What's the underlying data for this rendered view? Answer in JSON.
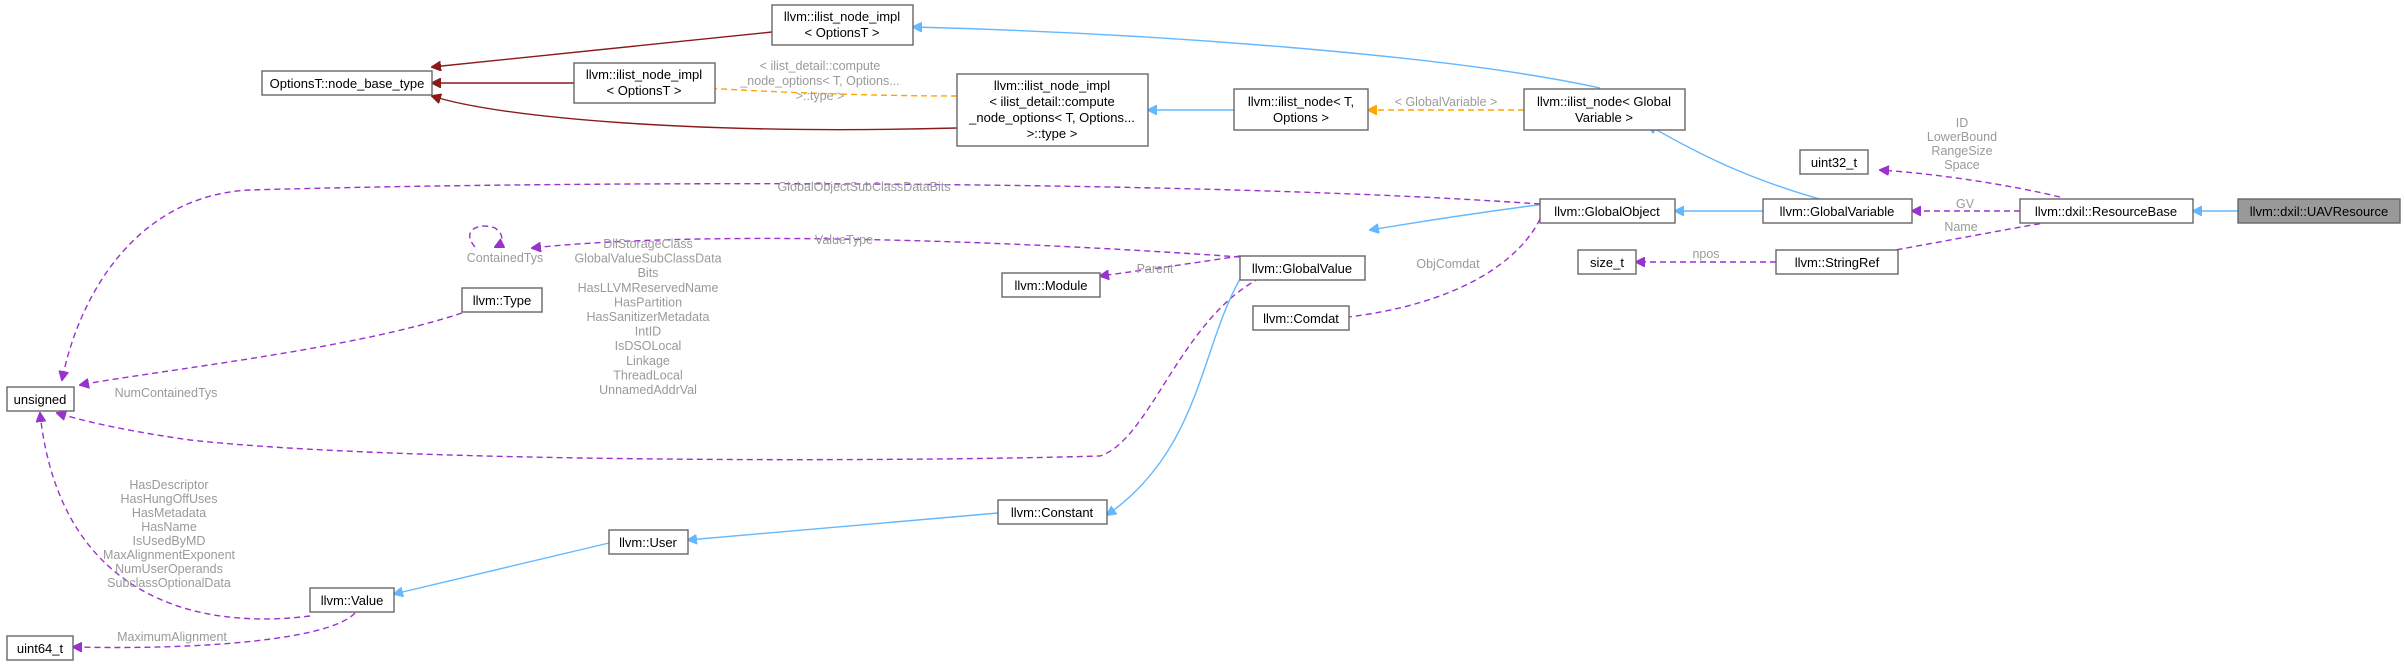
{
  "colors": {
    "inheritance": "#63b8ff",
    "private_inheritance": "#8b1a1a",
    "template": "#ffa500",
    "usage": "#9a32cd",
    "label": "#9a9a9a",
    "selected_fill": "#999999"
  },
  "nodes": {
    "uavresource": [
      "llvm::dxil::UAVResource"
    ],
    "resourcebase": [
      "llvm::dxil::ResourceBase"
    ],
    "uint32": [
      "uint32_t"
    ],
    "globalvariable": [
      "llvm::GlobalVariable"
    ],
    "stringref": [
      "llvm::StringRef"
    ],
    "sizet": [
      "size_t"
    ],
    "globalobject": [
      "llvm::GlobalObject"
    ],
    "ilistnode_gv": [
      "llvm::ilist_node< Global",
      "Variable >"
    ],
    "ilistnode_t": [
      "llvm::ilist_node< T,",
      "Options >"
    ],
    "ilistimpl_detail": [
      "llvm::ilist_node_impl",
      "< ilist_detail::compute",
      "_node_options< T, Options...",
      ">::type >"
    ],
    "ilistimpl_top": [
      "llvm::ilist_node_impl",
      "< OptionsT >"
    ],
    "ilistimpl_mid": [
      "llvm::ilist_node_impl",
      "< OptionsT >"
    ],
    "nodebasetype": [
      "OptionsT::node_base_type"
    ],
    "globalvalue": [
      "llvm::GlobalValue"
    ],
    "module": [
      "llvm::Module"
    ],
    "comdat": [
      "llvm::Comdat"
    ],
    "type": [
      "llvm::Type"
    ],
    "unsigned": [
      "unsigned"
    ],
    "constant": [
      "llvm::Constant"
    ],
    "user": [
      "llvm::User"
    ],
    "value": [
      "llvm::Value"
    ],
    "uint64": [
      "uint64_t"
    ]
  },
  "labels": {
    "resbase_uint32": [
      "ID",
      "LowerBound",
      "RangeSize",
      "Space"
    ],
    "resbase_gv": [
      "GV"
    ],
    "resbase_name": [
      "Name"
    ],
    "stringref_size": [
      "npos"
    ],
    "gv_ilist": [
      "< GlobalVariable >"
    ],
    "detail_impl": [
      "< ilist_detail::compute",
      "_node_options< T, Options...",
      ">::type >"
    ],
    "globalobject_unsigned": [
      "GlobalObjectSubClassDataBits"
    ],
    "globalobject_comdat": [
      "ObjComdat"
    ],
    "globalvalue_module": [
      "Parent"
    ],
    "globalvalue_type": [
      "ValueType"
    ],
    "type_self": [
      "ContainedTys"
    ],
    "type_unsigned": [
      "NumContainedTys"
    ],
    "globalvalue_unsigned": [
      "DllStorageClass",
      "GlobalValueSubClassData",
      "Bits",
      "HasLLVMReservedName",
      "HasPartition",
      "HasSanitizerMetadata",
      "IntID",
      "IsDSOLocal",
      "Linkage",
      "ThreadLocal",
      "UnnamedAddrVal"
    ],
    "value_unsigned": [
      "HasDescriptor",
      "HasHungOffUses",
      "HasMetadata",
      "HasName",
      "IsUsedByMD",
      "MaxAlignmentExponent",
      "NumUserOperands",
      "SubclassOptionalData"
    ],
    "value_uint64": [
      "MaximumAlignment"
    ]
  }
}
